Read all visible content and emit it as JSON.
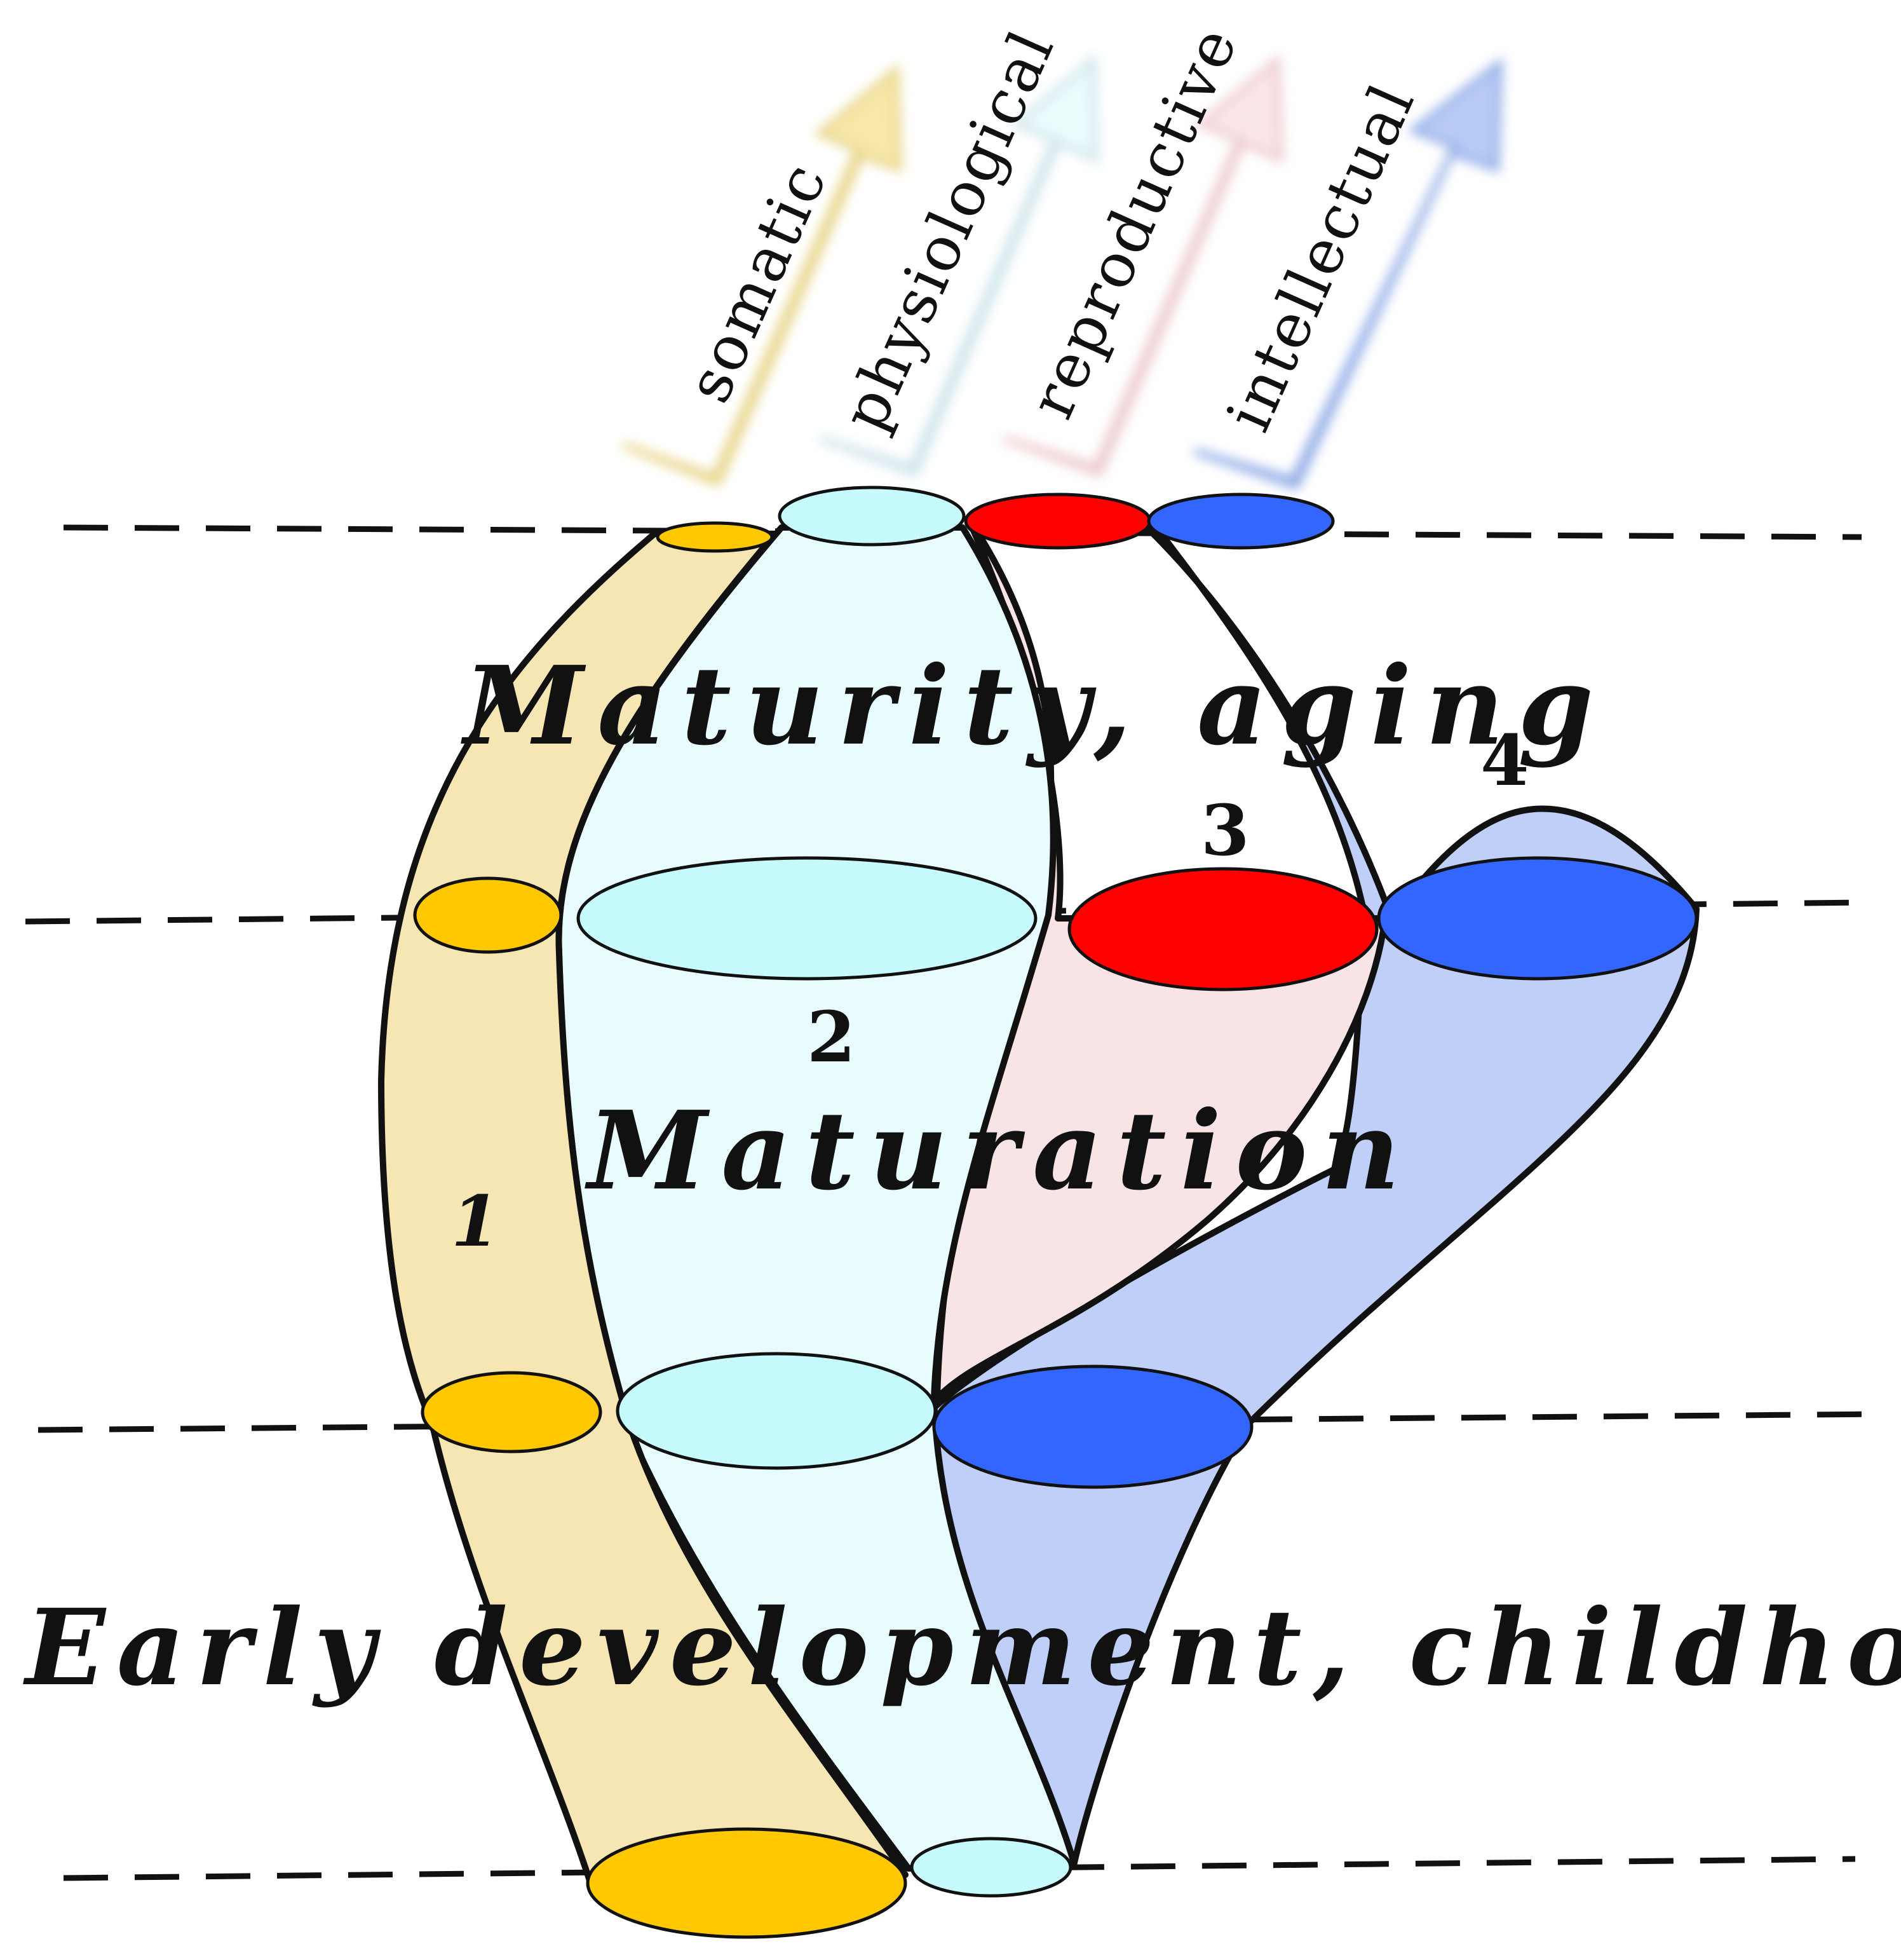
{
  "arrows": [
    {
      "label": "somatic",
      "color": "#f7e7a8",
      "stroke": "#e8d58a"
    },
    {
      "label": "physiological",
      "color": "#ecfbfc",
      "stroke": "#cfe4ea"
    },
    {
      "label": "reproductive",
      "color": "#fbe6e8",
      "stroke": "#ecc9cd"
    },
    {
      "label": "intellectual",
      "color": "#b9ccf5",
      "stroke": "#90aae6"
    }
  ],
  "stages": {
    "maturity": "Maturity, aging",
    "maturation": "Maturation",
    "early": "Early development, childhood"
  },
  "numbers": [
    "1",
    "2",
    "3",
    "4"
  ],
  "colors": {
    "somatic_band": "#f6e6b4",
    "somatic_ring": "#ffc800",
    "physiological_band": "#e8fcfd",
    "physiological_ring": "#c6fafd",
    "reproductive_band": "#f8e4e4",
    "reproductive_ring": "#ff0000",
    "intellectual_band": "#bfcff7",
    "intellectual_ring": "#3366ff"
  }
}
